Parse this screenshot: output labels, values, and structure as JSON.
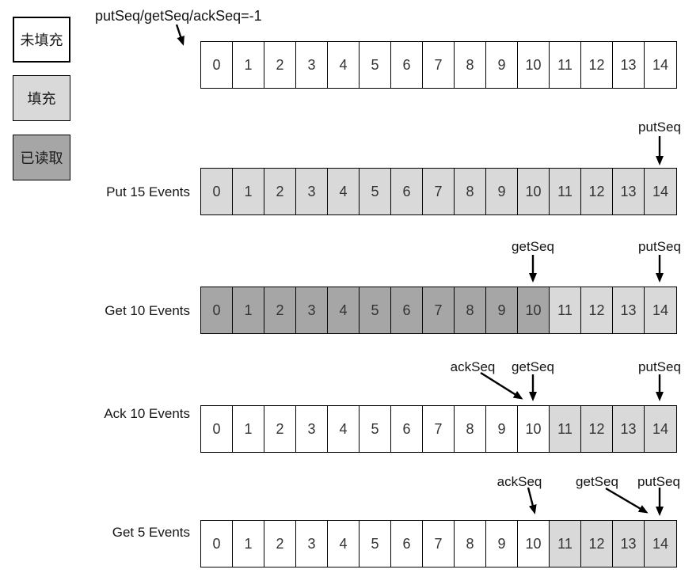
{
  "title": {
    "text": "putSeq/getSeq/ackSeq=-1"
  },
  "colors": {
    "unfilled": "#ffffff",
    "filled": "#d9d9d9",
    "read": "#a6a6a6",
    "border": "#000000",
    "arrow": "#000000"
  },
  "legend": [
    {
      "label": "未填充",
      "state": "unfilled"
    },
    {
      "label": "填充",
      "state": "filled"
    },
    {
      "label": "已读取",
      "state": "read"
    }
  ],
  "cell_numbers": [
    "0",
    "1",
    "2",
    "3",
    "4",
    "5",
    "6",
    "7",
    "8",
    "9",
    "10",
    "11",
    "12",
    "13",
    "14"
  ],
  "rows": [
    {
      "label": "",
      "states": [
        "unfilled",
        "unfilled",
        "unfilled",
        "unfilled",
        "unfilled",
        "unfilled",
        "unfilled",
        "unfilled",
        "unfilled",
        "unfilled",
        "unfilled",
        "unfilled",
        "unfilled",
        "unfilled",
        "unfilled"
      ],
      "pointers": []
    },
    {
      "label": "Put 15 Events",
      "states": [
        "filled",
        "filled",
        "filled",
        "filled",
        "filled",
        "filled",
        "filled",
        "filled",
        "filled",
        "filled",
        "filled",
        "filled",
        "filled",
        "filled",
        "filled"
      ],
      "pointers": [
        {
          "name": "putSeq",
          "cell": 14
        }
      ]
    },
    {
      "label": "Get 10 Events",
      "states": [
        "read",
        "read",
        "read",
        "read",
        "read",
        "read",
        "read",
        "read",
        "read",
        "read",
        "read",
        "filled",
        "filled",
        "filled",
        "filled"
      ],
      "pointers": [
        {
          "name": "getSeq",
          "cell": 10
        },
        {
          "name": "putSeq",
          "cell": 14
        }
      ]
    },
    {
      "label": "Ack 10 Events",
      "states": [
        "unfilled",
        "unfilled",
        "unfilled",
        "unfilled",
        "unfilled",
        "unfilled",
        "unfilled",
        "unfilled",
        "unfilled",
        "unfilled",
        "unfilled",
        "filled",
        "filled",
        "filled",
        "filled"
      ],
      "pointers": [
        {
          "name": "ackSeq",
          "cell": 10
        },
        {
          "name": "getSeq",
          "cell": 10
        },
        {
          "name": "putSeq",
          "cell": 14
        }
      ]
    },
    {
      "label": "Get 5 Events",
      "states": [
        "unfilled",
        "unfilled",
        "unfilled",
        "unfilled",
        "unfilled",
        "unfilled",
        "unfilled",
        "unfilled",
        "unfilled",
        "unfilled",
        "unfilled",
        "filled",
        "filled",
        "filled",
        "filled"
      ],
      "pointers": [
        {
          "name": "ackSeq",
          "cell": 10
        },
        {
          "name": "getSeq",
          "cell": 14
        },
        {
          "name": "putSeq",
          "cell": 14
        }
      ]
    }
  ]
}
